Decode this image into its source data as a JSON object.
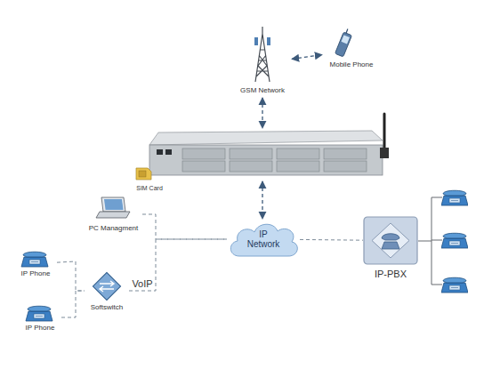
{
  "diagram": {
    "nodes": [
      {
        "text": [
          "GSM Network"
        ]
      },
      {
        "text": [
          "Mobile Phone"
        ]
      },
      {
        "text": [
          "SIM Card"
        ]
      },
      {
        "text": [
          "PC Managment"
        ]
      },
      {
        "text": [
          "IP Network"
        ]
      },
      {
        "text": [
          "IP-PBX"
        ]
      },
      {
        "text": [
          "IP Phone"
        ]
      },
      {
        "text": [
          "Softswitch"
        ]
      },
      {
        "text": [
          "IP Phone"
        ]
      }
    ],
    "edges": [
      {
        "from": 0,
        "to": 1,
        "arrow": "both"
      },
      {
        "from": 3,
        "to": 4,
        "arrow": "none"
      },
      {
        "from": 6,
        "to": 7,
        "arrow": "none"
      },
      {
        "from": 8,
        "to": 7,
        "arrow": "none"
      },
      {
        "from": 7,
        "to": 4,
        "label": "VoIP",
        "arrow": "none"
      },
      {
        "from": 4,
        "to": 5,
        "arrow": "none"
      }
    ]
  }
}
